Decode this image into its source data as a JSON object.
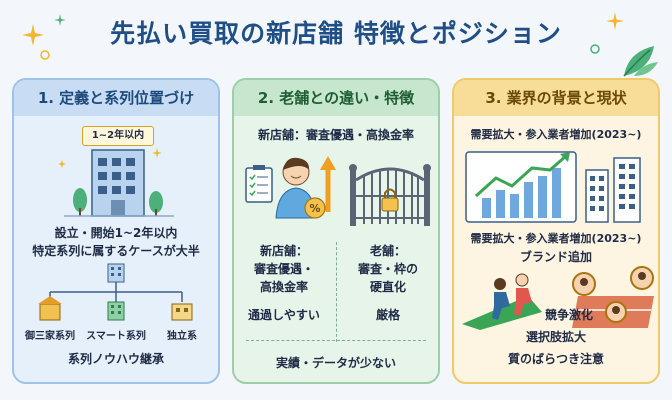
{
  "title": "先払い買取の新店舗 特徴とポジション",
  "panel1": {
    "header": "1. 定義と系列位置づけ",
    "badge": "1~2年以内",
    "line1": "設立・開始1~2年以内",
    "line2": "特定系列に属するケースが大半",
    "branches": [
      "御三家系列",
      "スマート系列",
      "独立系"
    ],
    "footer": "系列ノウハウ継承"
  },
  "panel2": {
    "header": "2. 老舗との違い・特徴",
    "summary": "新店舗：審査優遇・高換金率",
    "left_lines": [
      "新店舗：",
      "審査優遇・",
      "高換金率"
    ],
    "left_note": "通過しやすい",
    "right_lines": [
      "老舗：",
      "審査・枠の",
      "硬直化"
    ],
    "right_note": "厳格",
    "footer": "実績・データが少ない"
  },
  "panel3": {
    "header": "3. 業界の背景と現状",
    "line1": "需要拡大・参入業者増加(2023~)",
    "line2": "需要拡大・参入業者増加(2023~)",
    "line3": "ブランド追加",
    "line4": "競争激化",
    "line5": "選択肢拡大",
    "line6": "質のばらつき注意"
  },
  "colors": {
    "title": "#1f4f86",
    "panel1": "#e6f0fb",
    "panel2": "#e7f4ea",
    "panel3": "#fdf5e2",
    "accent_orange": "#f0a020",
    "accent_green": "#3aa655"
  }
}
